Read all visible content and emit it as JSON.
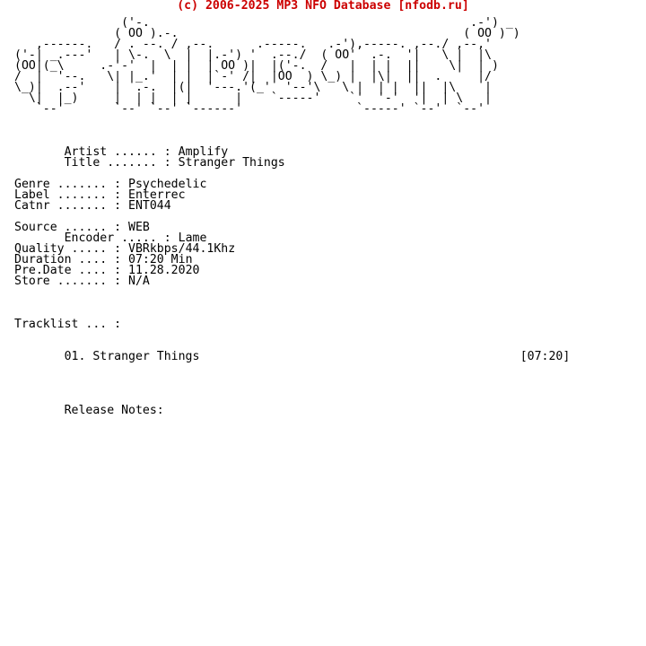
{
  "header": {
    "copyright": "(c) 2006-2025 MP3 NFO Database [nfodb.ru]"
  },
  "nfo": {
    "logo_lines": [
      "               ('-.                                             .-') _",
      "              ( OO ).-.                                        ( OO ) )",
      "   ,------.   / . --. / ,--.      .-----.   .-'),-----. ,--./ ,--,'",
      "('-| _.---'   | \\-.  \\  |  |.-') '  .--./  ( OO'  .-.  '|   \\ |  |\\",
      "(OO|(_\\     .-'-'  |  | |  | OO )|  |('-.  /   |  | |  ||    \\|  | )",
      "/  |  '--.   \\| |_.'  | |  |`-' /|  |OO  ) \\_) |  |\\|  ||  .     |/",
      "\\_)|  .--'    |  .-.  |(|  '---.'(_'  '--'\\   \\ |  | |  ||  |\\    |",
      "  \\|  |_)     |  | |  | |      |    `-----'    `'  '-'  '|  | \\   |",
      "   `--'       `--' `--' `------'                `-----' `--'  `--'"
    ],
    "artist_label": "Artist ......",
    "artist": "Amplify",
    "title_label": "Title .......",
    "title": "Stranger Things",
    "genre_label": "Genre .......",
    "genre": "Psychedelic",
    "label_label": "Label .......",
    "label": "Enterrec",
    "catnr_label": "Catnr .......",
    "catnr": "ENT044",
    "source_label": "Source ......",
    "source": "WEB",
    "encoder_label": "Encoder .....",
    "encoder": "Lame",
    "quality_label": "Quality .....",
    "quality": "VBRkbps/44.1Khz",
    "duration_label": "Duration ....",
    "duration": "07:20 Min",
    "predate_label": "Pre.Date ....",
    "predate": "11.28.2020",
    "store_label": "Store .......",
    "store": "N/A",
    "tracklist_label": "Tracklist ... :",
    "tracks": [
      {
        "title": "01. Stranger Things",
        "length": "[07:20]"
      }
    ],
    "notes_label": "Release Notes:"
  }
}
